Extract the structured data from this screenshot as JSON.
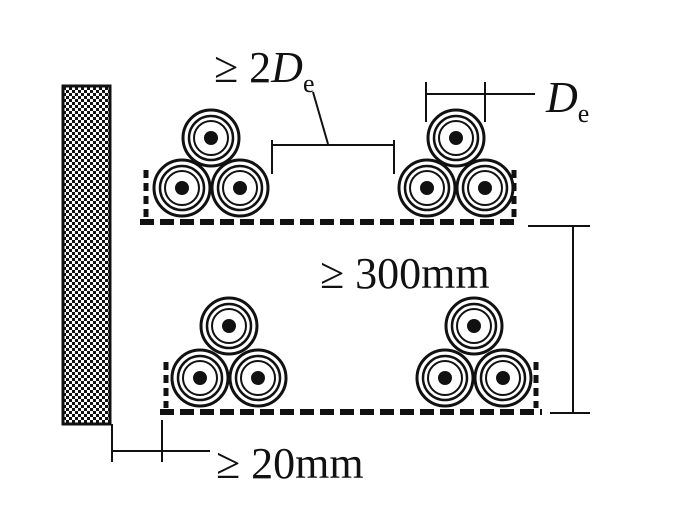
{
  "labels": {
    "spacing_sym": "≥ 2",
    "spacing_var": "D",
    "spacing_sub": "e",
    "diameter_var": "D",
    "diameter_sub": "e",
    "vertical_gap": "≥ 300mm",
    "wall_gap": "≥ 20mm"
  },
  "colors": {
    "line": "#111111",
    "background": "#ffffff"
  },
  "icons": {
    "wall": "checkered-wall",
    "cable": "concentric-circle-cable",
    "tray": "dashed-cable-tray"
  }
}
